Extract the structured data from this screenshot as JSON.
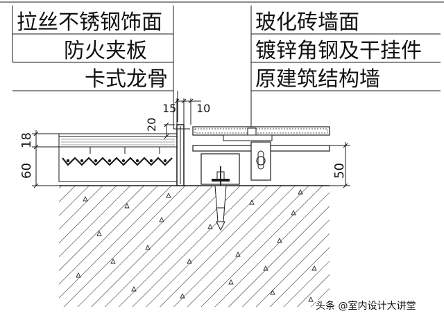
{
  "labels": {
    "left": {
      "line1": "拉丝不锈钢饰面",
      "line2": "防火夹板",
      "line3": "卡式龙骨"
    },
    "right": {
      "line1": "玻化砖墙面",
      "line2": "镀锌角钢及干挂件",
      "line3": "原建筑结构墙"
    }
  },
  "dimensions": {
    "d1": "15",
    "d2": "10",
    "d3": "20",
    "d4": "18",
    "d5": "60",
    "d6": "50"
  },
  "watermark": {
    "text": "头条 @室内设计大讲堂"
  },
  "colors": {
    "line": "#1a1a1a",
    "fill_dark": "#222222",
    "hatch": "#2a2a2a",
    "bg": "#ffffff"
  }
}
